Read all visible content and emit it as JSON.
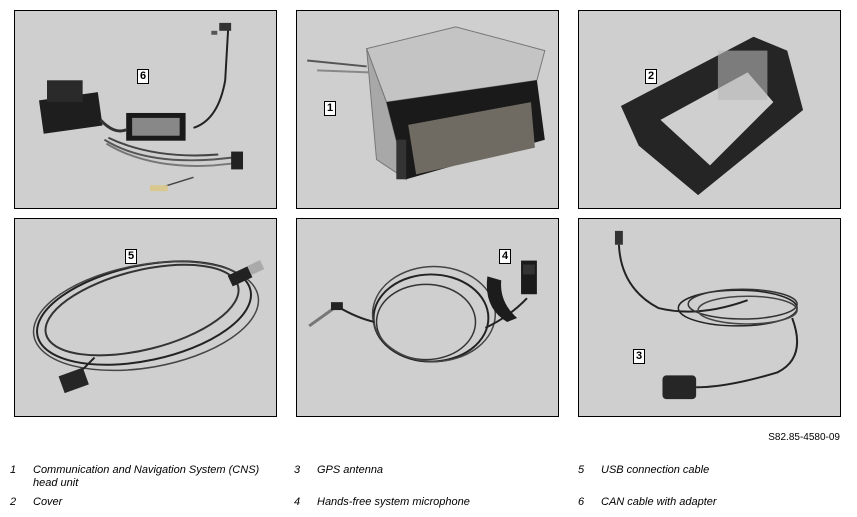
{
  "callouts": {
    "p1": "6",
    "p2": "1",
    "p3": "2",
    "p4": "5",
    "p5": "4",
    "p6": "3"
  },
  "reference": "S82.85-4580-09",
  "legend": [
    {
      "num": "1",
      "text": "Communication and Navigation System (CNS) head unit"
    },
    {
      "num": "2",
      "text": "Cover"
    },
    {
      "num": "3",
      "text": "GPS antenna"
    },
    {
      "num": "4",
      "text": "Hands-free system microphone"
    },
    {
      "num": "5",
      "text": "USB connection cable"
    },
    {
      "num": "6",
      "text": "CAN cable with adapter"
    }
  ]
}
